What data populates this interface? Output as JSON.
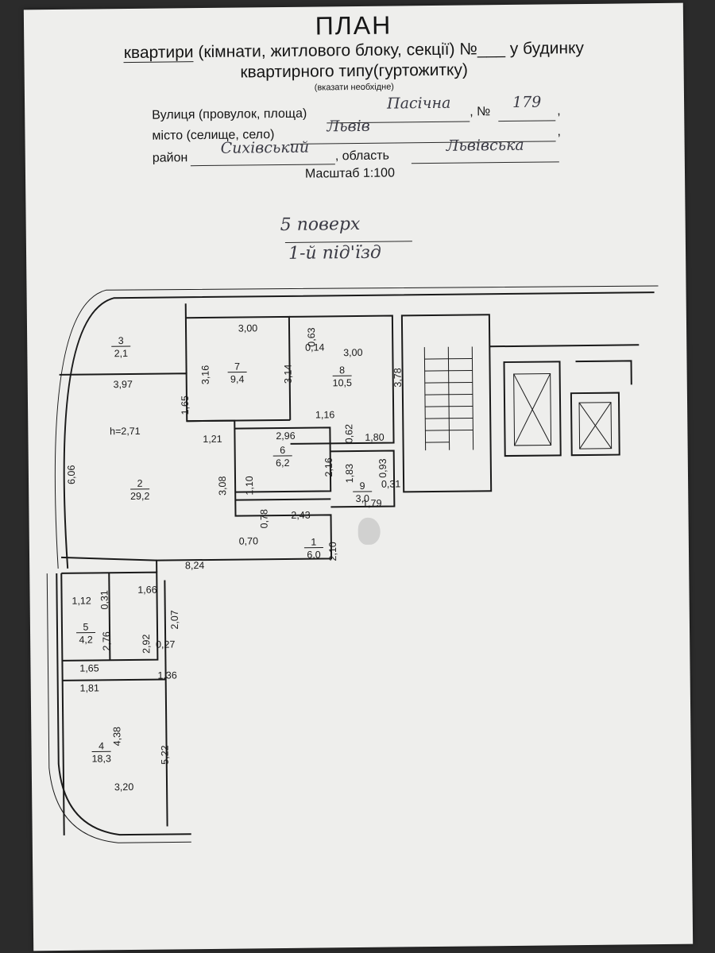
{
  "header": {
    "title": "ПЛАН",
    "line1_a": "квартири",
    "line1_b": "(кімнати, житлового блоку, секції) №___ у будинку",
    "line2": "квартирного типу(гуртожитку)",
    "note": "(вказати необхідне)"
  },
  "address": {
    "street_label": "Вулиця (провулок, площа)",
    "street_value": "Пасічна",
    "number_label": ", №",
    "number_value": "179",
    "city_label": "місто (селище, село)",
    "city_value": "Львів",
    "district_label": "район",
    "district_value": "Сихівський",
    "region_label": ", область",
    "region_value": "Львівська",
    "scale": "Масштаб 1:100"
  },
  "floor": "5 поверх",
  "entrance": "1-й під'їзд",
  "plan": {
    "rooms": [
      {
        "no": "1",
        "area": "6,0"
      },
      {
        "no": "2",
        "area": "29,2"
      },
      {
        "no": "3",
        "area": "2,1"
      },
      {
        "no": "4",
        "area": "18,3"
      },
      {
        "no": "5",
        "area": "4,2"
      },
      {
        "no": "6",
        "area": "6,2"
      },
      {
        "no": "7",
        "area": "9,4"
      },
      {
        "no": "8",
        "area": "10,5"
      },
      {
        "no": "9",
        "area": "3,0"
      }
    ],
    "height": "h=2,71",
    "dims": [
      "3,00",
      "3,00",
      "0,63",
      "0,14",
      "3,16",
      "3,14",
      "3,78",
      "3,97",
      "1,65",
      "1,16",
      "0,62",
      "1,80",
      "1,21",
      "2,96",
      "6,06",
      "3,08",
      "1,10",
      "2,16",
      "1,83",
      "0,93",
      "0,31",
      "1,79",
      "0,78",
      "2,43",
      "0,70",
      "2,10",
      "8,24",
      "1,12",
      "0,31",
      "1,66",
      "2,07",
      "2,76",
      "2,92",
      "0,27",
      "1,65",
      "1,36",
      "1,81",
      "4,38",
      "5,22",
      "3,20"
    ]
  }
}
